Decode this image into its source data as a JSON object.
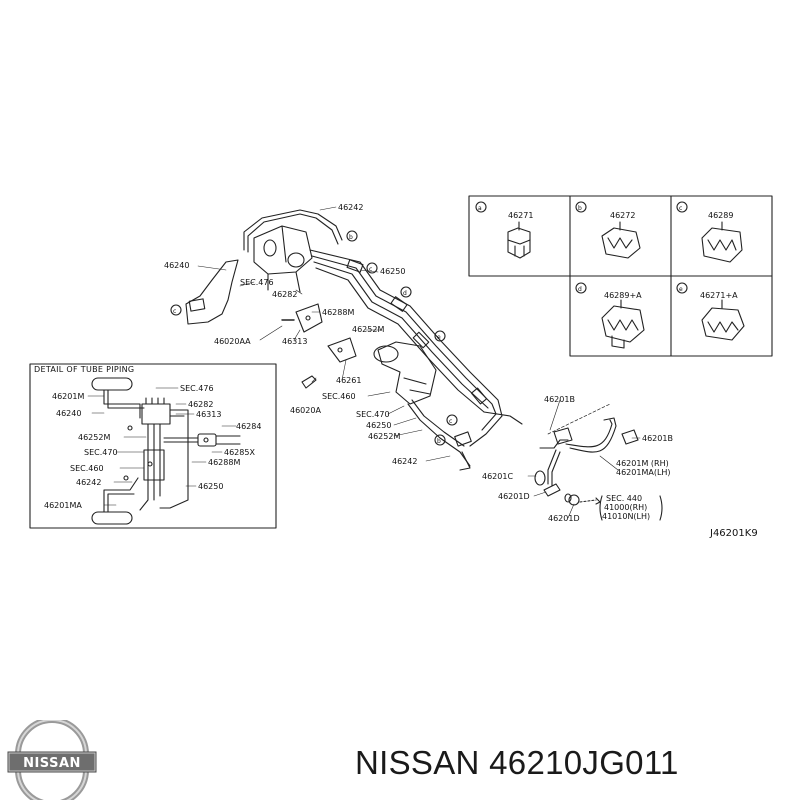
{
  "detail": {
    "title": "DETAIL OF TUBE PIPING",
    "labels": {
      "sec476": "SEC.476",
      "p46201m": "46201M",
      "p46240": "46240",
      "p46282": "46282",
      "p46313": "46313",
      "p46284": "46284",
      "p46252m": "46252M",
      "sec470": "SEC.470",
      "p46285x": "46285X",
      "p46288m": "46288M",
      "sec460": "SEC.460",
      "p46242": "46242",
      "p46250": "46250",
      "p46201ma": "46201MA"
    }
  },
  "main": {
    "labels": {
      "p46242top": "46242",
      "p46240": "46240",
      "sec476": "SEC.476",
      "p46282": "46282",
      "p46288m": "46288M",
      "p46020aa": "46020AA",
      "p46313": "46313",
      "p46250": "46250",
      "p46252m_a": "46252M",
      "p46020a": "46020A",
      "p46261": "46261",
      "sec460": "SEC.460",
      "sec470": "SEC.470",
      "p46250b": "46250",
      "p46252m_b": "46252M",
      "p46242bot": "46242",
      "p46201b_top": "46201B",
      "p46201b_right": "46201B",
      "p46201m_rh": "46201M (RH)",
      "p46201ma_lh": "46201MA(LH)",
      "p46201c": "46201C",
      "p46201d_a": "46201D",
      "p46201d_b": "46201D",
      "sec440": "SEC. 440",
      "p41000": "41000(RH)",
      "p41010": "41010N(LH)",
      "code": "J46201K9"
    },
    "markers": [
      "a",
      "b",
      "c",
      "d",
      "e"
    ]
  },
  "clips": [
    {
      "key": "a",
      "part": "46271"
    },
    {
      "key": "b",
      "part": "46272"
    },
    {
      "key": "c",
      "part": "46289"
    },
    {
      "key": "d",
      "part": "46289+A"
    },
    {
      "key": "e",
      "part": "46271+A"
    }
  ],
  "brand": {
    "logo_text": "NISSAN",
    "caption": "NISSAN 46210JG011"
  }
}
